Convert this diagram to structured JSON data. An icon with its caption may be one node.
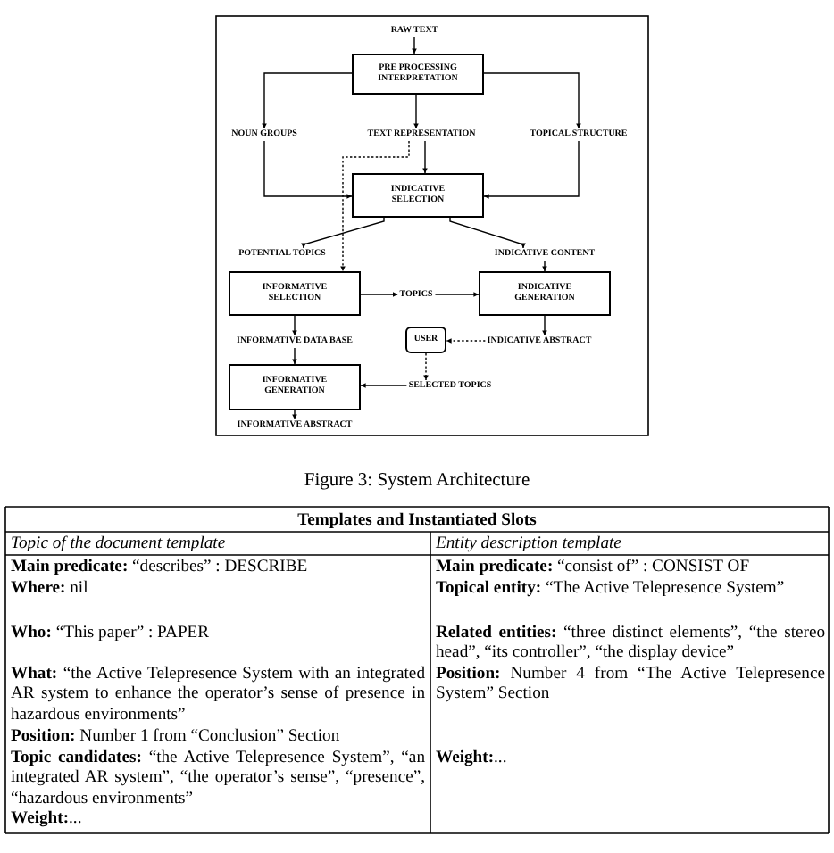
{
  "diagram": {
    "caption": "Figure 3: System Architecture",
    "nodes": [
      {
        "text": [
          "RAW TEXT"
        ]
      },
      {
        "text": [
          "PRE PROCESSING INTERPRETATION"
        ]
      },
      {
        "text": [
          "NOUN GROUPS"
        ]
      },
      {
        "text": [
          "TEXT REPRESENTATION"
        ]
      },
      {
        "text": [
          "TOPICAL STRUCTURE"
        ]
      },
      {
        "text": [
          "INDICATIVE SELECTION"
        ]
      },
      {
        "text": [
          "POTENTIAL TOPICS"
        ]
      },
      {
        "text": [
          "INDICATIVE CONTENT"
        ]
      },
      {
        "text": [
          "INFORMATIVE SELECTION"
        ]
      },
      {
        "text": [
          "TOPICS"
        ]
      },
      {
        "text": [
          "INDICATIVE GENERATION"
        ]
      },
      {
        "text": [
          "INFORMATIVE DATA BASE"
        ]
      },
      {
        "text": [
          "USER"
        ]
      },
      {
        "text": [
          "INDICATIVE ABSTRACT"
        ]
      },
      {
        "text": [
          "INFORMATIVE GENERATION"
        ]
      },
      {
        "text": [
          "SELECTED TOPICS"
        ]
      },
      {
        "text": [
          "INFORMATIVE ABSTRACT"
        ]
      }
    ],
    "edges": [
      {
        "from": 0,
        "to": 1,
        "arrow": "to"
      },
      {
        "from": 1,
        "to": 2,
        "arrow": "to"
      },
      {
        "from": 1,
        "to": 3,
        "arrow": "to"
      },
      {
        "from": 1,
        "to": 4,
        "arrow": "to"
      },
      {
        "from": 2,
        "to": 5,
        "arrow": "to"
      },
      {
        "from": 3,
        "to": 5,
        "arrow": "to"
      },
      {
        "from": 4,
        "to": 5,
        "arrow": "to"
      },
      {
        "from": 5,
        "to": 6,
        "arrow": "to"
      },
      {
        "from": 5,
        "to": 7,
        "arrow": "to"
      },
      {
        "from": 3,
        "to": 8,
        "arrow": "to",
        "style": "dashed"
      },
      {
        "from": 8,
        "to": 9,
        "arrow": "to"
      },
      {
        "from": 9,
        "to": 10,
        "arrow": "to"
      },
      {
        "from": 7,
        "to": 10,
        "arrow": "to"
      },
      {
        "from": 8,
        "to": 11,
        "arrow": "to"
      },
      {
        "from": 10,
        "to": 13,
        "arrow": "to"
      },
      {
        "from": 13,
        "to": 12,
        "arrow": "to",
        "style": "dashed"
      },
      {
        "from": 12,
        "to": 15,
        "arrow": "to",
        "style": "dashed"
      },
      {
        "from": 15,
        "to": 14,
        "arrow": "to"
      },
      {
        "from": 11,
        "to": 14,
        "arrow": "to"
      },
      {
        "from": 14,
        "to": 16,
        "arrow": "to"
      }
    ],
    "labels": [
      "Templates and Instantiated Slots",
      "Topic of the document template",
      "Entity description template",
      "**Main predicate:** “describes” : DESCRIBE",
      "**Where:** nil",
      "**Who:** “This paper” : PAPER",
      "**What:** “the Active Telepresence System with an integrated AR system to enhance the operator’s sense of presence in hazardous environments”",
      "**Position:** Number 1 from “Conclusion” Section",
      "**Topic candidates:** “the Active Telepresence System”, “an integrated AR system”, “the operator’s sense”, “presence”, “hazardous environments”",
      "**Weight:**...",
      "**Main predicate:** “consist of” : CONSIST OF",
      "**Topical entity:** “The Active Telepresence System”",
      "**Related entities:** “three distinct elements”, “the stereo head”, “its controller”, “the display device”",
      "**Position:** Number 4 from “The Active Telepresence System” Section",
      "**Weight:**..."
    ]
  }
}
